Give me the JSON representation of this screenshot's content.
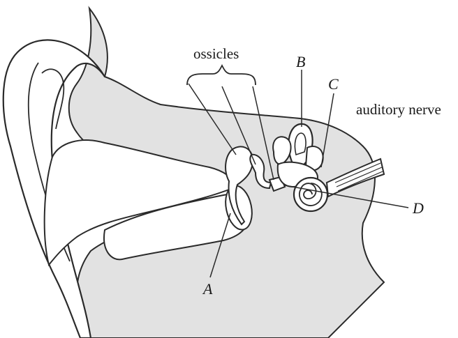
{
  "labels": {
    "ossicles": "ossicles",
    "auditory_nerve": "auditory nerve",
    "A": "A",
    "B": "B",
    "C": "C",
    "D": "D"
  },
  "colors": {
    "tissue": "#e2e2e2",
    "outline": "#2a2a2a",
    "background": "#ffffff"
  }
}
